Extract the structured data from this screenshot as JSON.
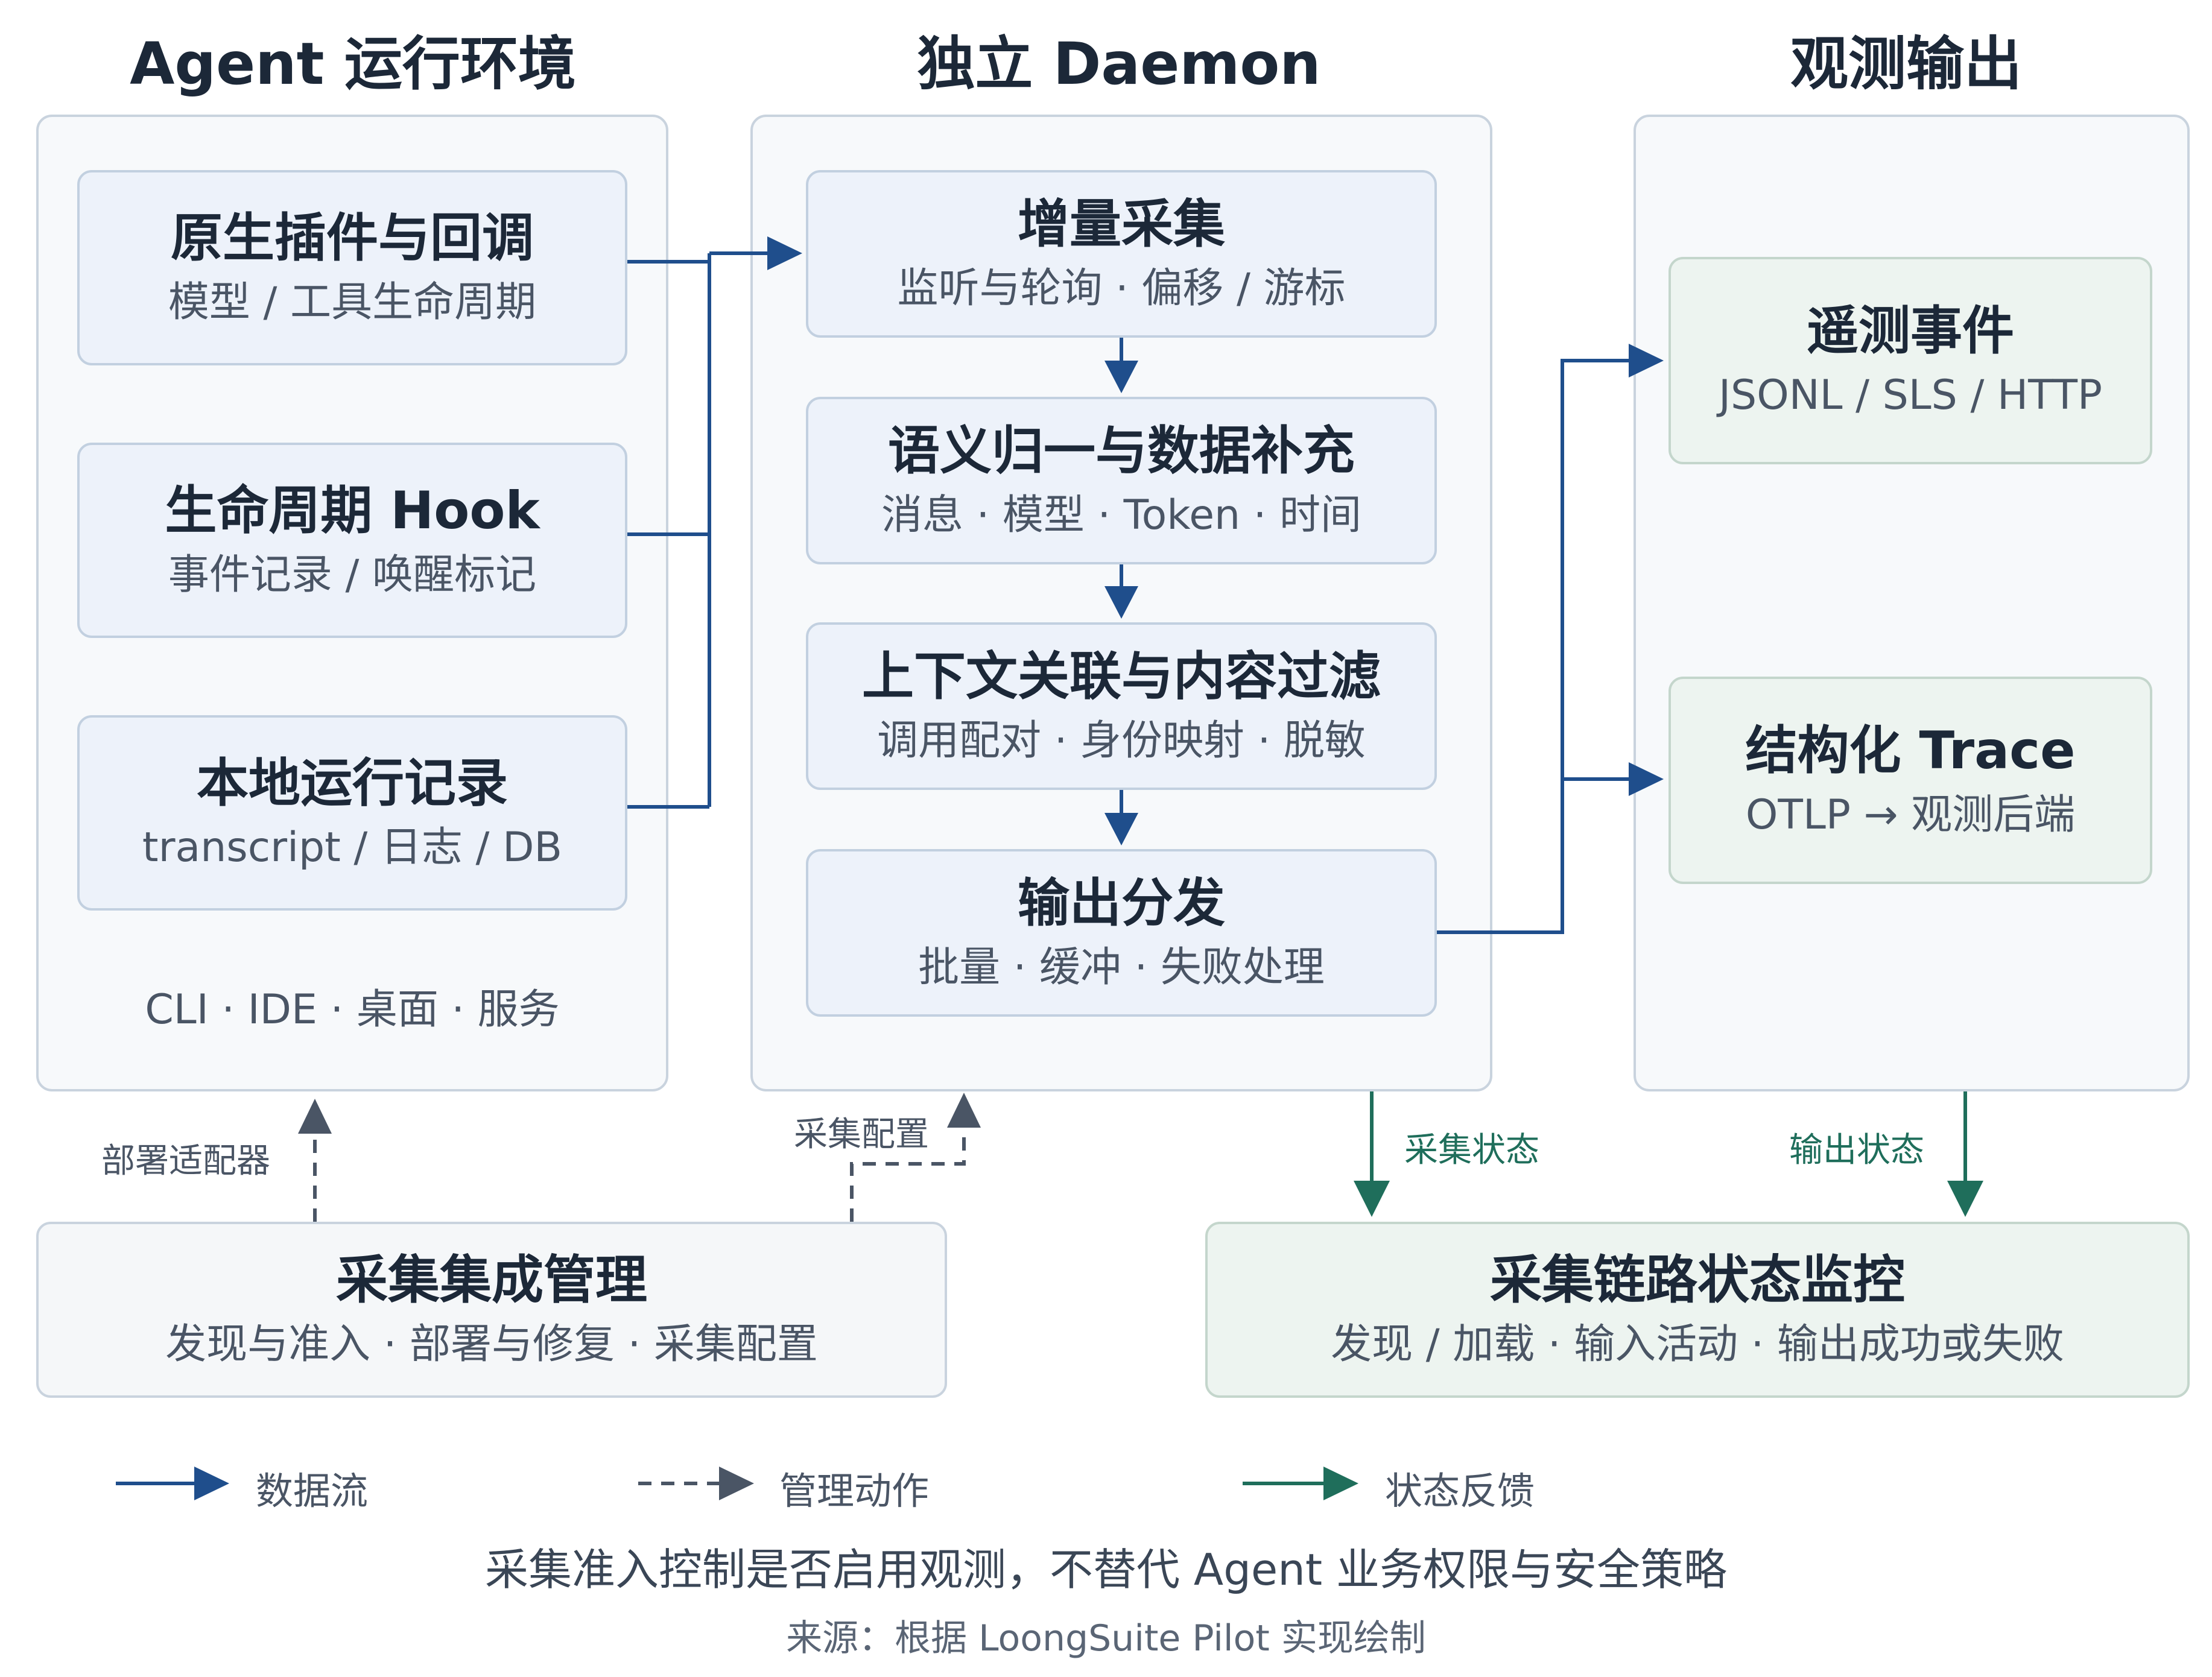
{
  "columns": {
    "left_title": "Agent 运行环境",
    "middle_title": "独立 Daemon",
    "right_title": "观测输出"
  },
  "left_cards": [
    {
      "title": "原生插件与回调",
      "subtitle": "模型 / 工具生命周期"
    },
    {
      "title": "生命周期 Hook",
      "subtitle": "事件记录 / 唤醒标记"
    },
    {
      "title": "本地运行记录",
      "subtitle": "transcript / 日志 / DB"
    }
  ],
  "left_note": "CLI · IDE · 桌面 · 服务",
  "middle_cards": [
    {
      "title": "增量采集",
      "subtitle": "监听与轮询 · 偏移 / 游标"
    },
    {
      "title": "语义归一与数据补充",
      "subtitle": "消息 · 模型 · Token · 时间"
    },
    {
      "title": "上下文关联与内容过滤",
      "subtitle": "调用配对 · 身份映射 · 脱敏"
    },
    {
      "title": "输出分发",
      "subtitle": "批量 · 缓冲 · 失败处理"
    }
  ],
  "right_cards": [
    {
      "title": "遥测事件",
      "subtitle": "JSONL / SLS / HTTP"
    },
    {
      "title": "结构化 Trace",
      "subtitle": "OTLP → 观测后端"
    }
  ],
  "bottom_left": {
    "title": "采集集成管理",
    "subtitle": "发现与准入 · 部署与修复 · 采集配置"
  },
  "bottom_right": {
    "title": "采集链路状态监控",
    "subtitle": "发现 / 加载 · 输入活动 · 输出成功或失败"
  },
  "edge_labels": {
    "deploy_adapter": "部署适配器",
    "collect_config": "采集配置",
    "collect_status": "采集状态",
    "output_status": "输出状态"
  },
  "legend": {
    "data_flow": "数据流",
    "management_action": "管理动作",
    "status_feedback": "状态反馈"
  },
  "footer": {
    "statement": "采集准入控制是否启用观测，不替代 Agent 业务权限与安全策略",
    "source": "来源：根据 LoongSuite Pilot 实现绘制"
  },
  "colors": {
    "data_flow": "#1f4e8c",
    "management_action": "#4a5565",
    "status_feedback": "#1f6e5b"
  }
}
